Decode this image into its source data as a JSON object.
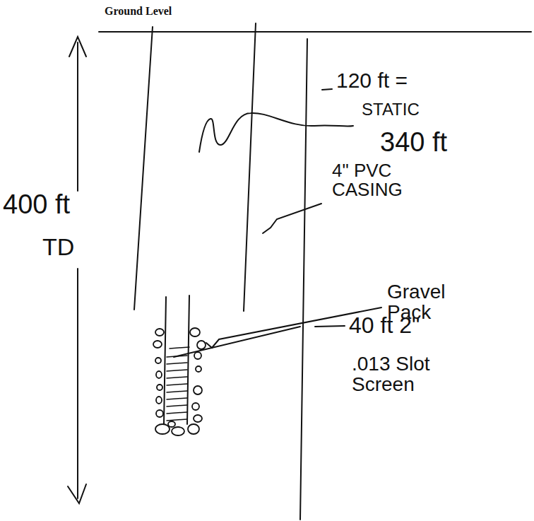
{
  "diagram": {
    "labels": [
      "Ground Level",
      "120 ft =",
      "STATIC",
      "340 ft",
      "4\" PVC CASING",
      "400 ft",
      "TD",
      "Gravel Pack",
      "40 ft 2\"",
      ".013 Slot Screen"
    ]
  }
}
